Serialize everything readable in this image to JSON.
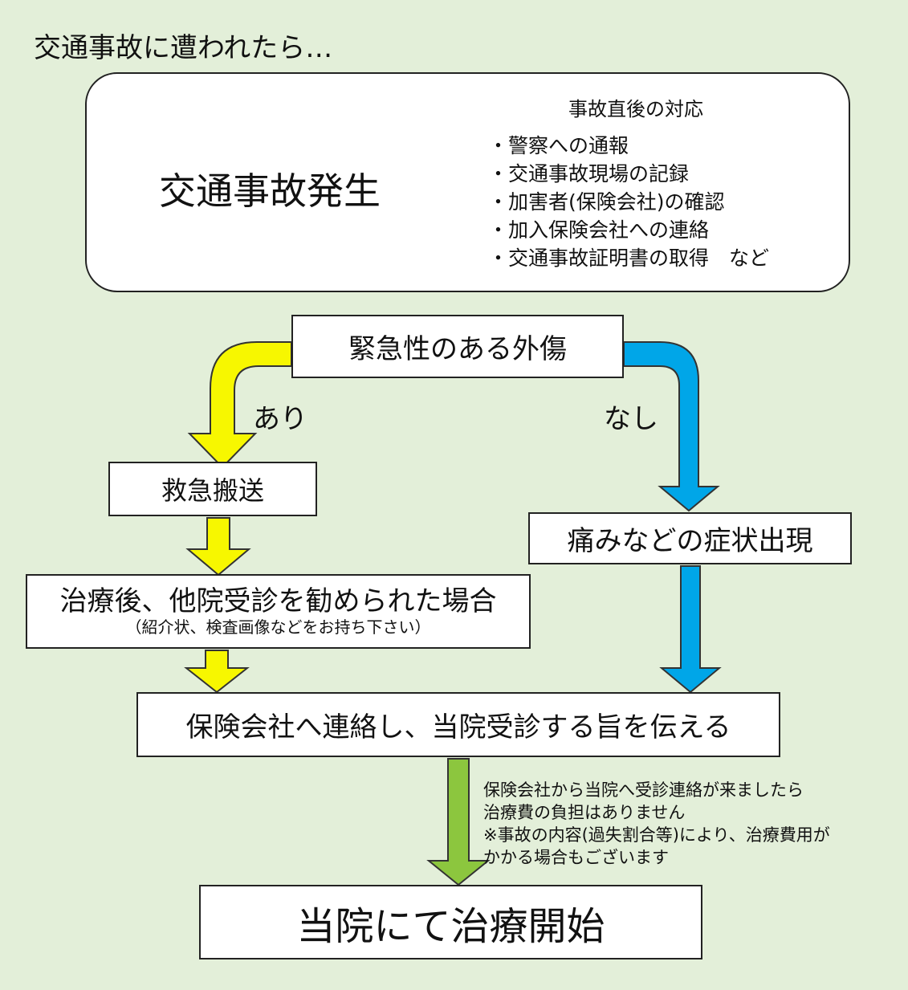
{
  "title": "交通事故に遭われたら…",
  "event": {
    "title": "交通事故発生",
    "checklist_title": "事故直後の対応",
    "checklist": [
      "・警察への通報",
      "・交通事故現場の記録",
      "・加害者(保険会社)の確認",
      "・加入保険会社への連絡",
      "・交通事故証明書の取得　など"
    ]
  },
  "flow": {
    "urgent": "緊急性のある外傷",
    "yes_label": "あり",
    "no_label": "なし",
    "ambulance": "救急搬送",
    "symptoms": "痛みなどの症状出現",
    "referral_main": "治療後、他院受診を勧められた場合",
    "referral_sub": "（紹介状、検査画像などをお持ち下さい）",
    "contact": "保険会社へ連絡し、当院受診する旨を伝える",
    "start": "当院にて治療開始"
  },
  "note": [
    "保険会社から当院へ受診連絡が来ましたら",
    "治療費の負担はありません",
    "※事故の内容(過失割合等)により、治療費用が",
    "かかる場合もございます"
  ],
  "colors": {
    "background": "#e3efd9",
    "yes_arrow": "#f7f700",
    "no_arrow": "#00a6e8",
    "final_arrow": "#8cc63e"
  }
}
